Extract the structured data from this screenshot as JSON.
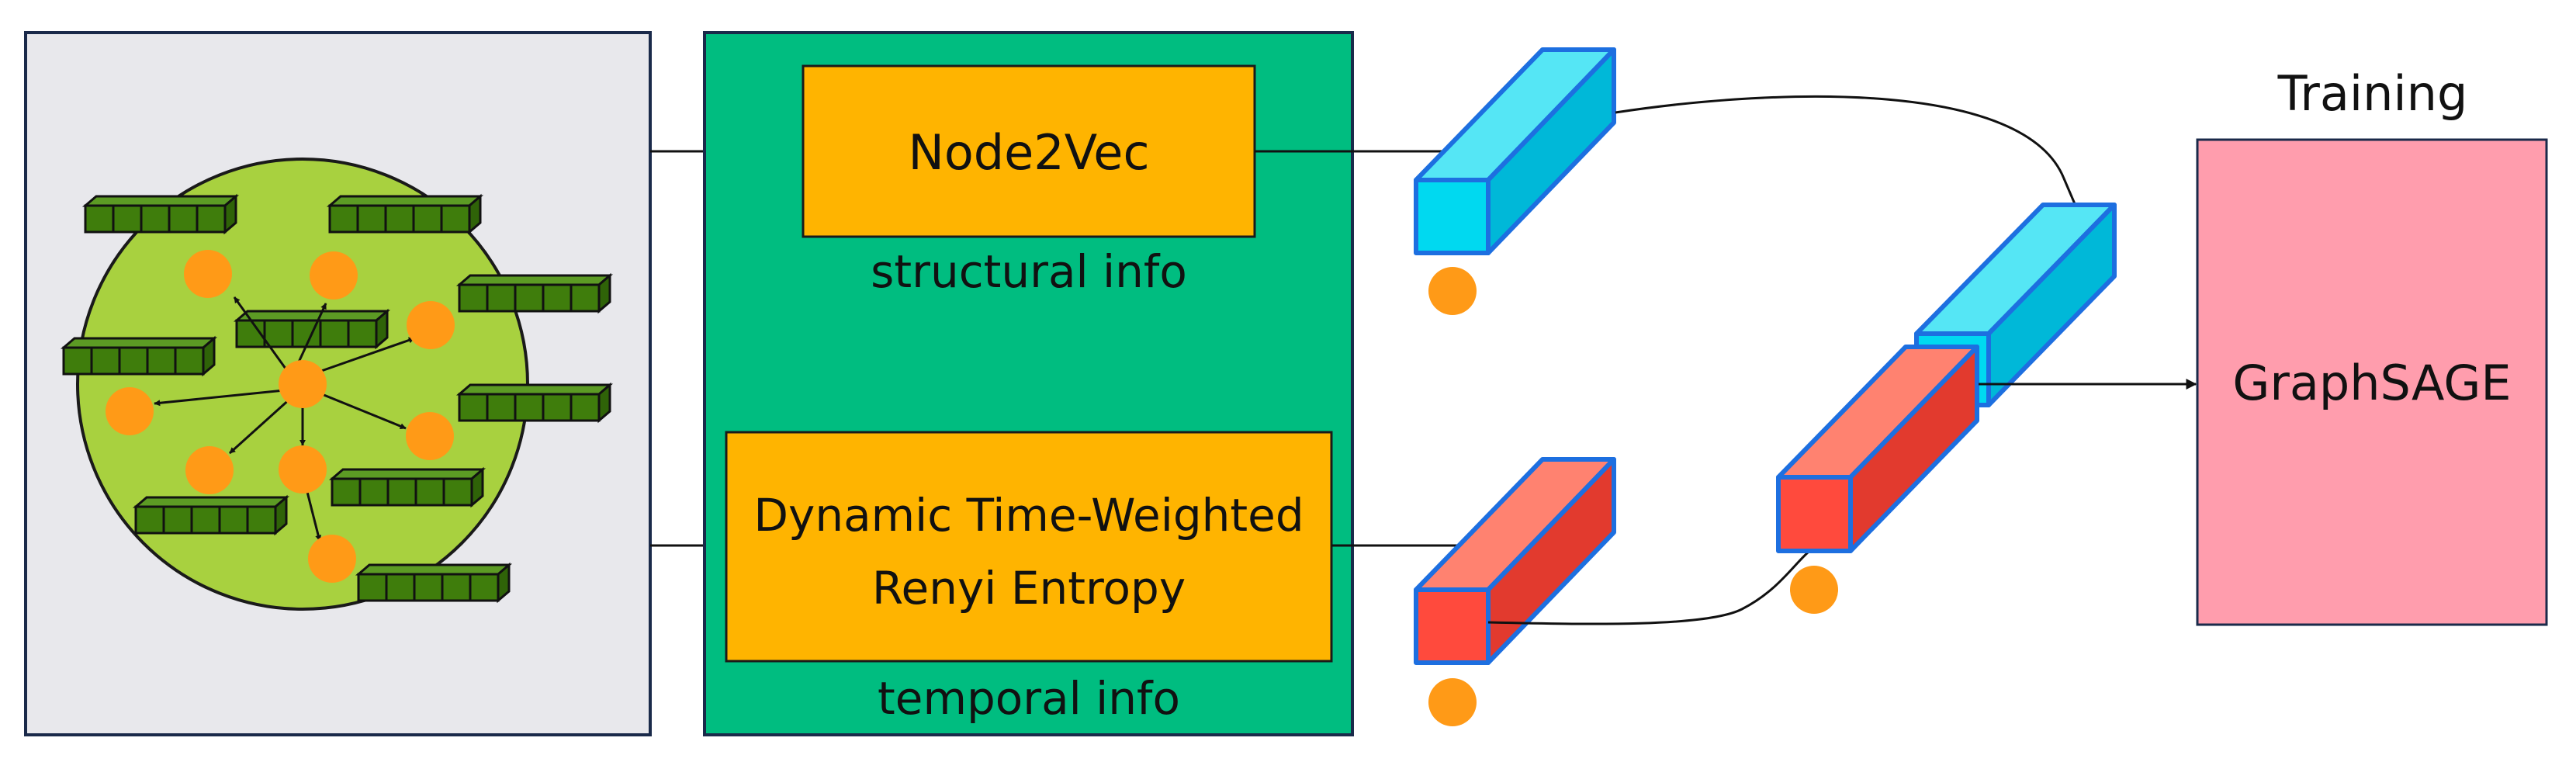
{
  "colors": {
    "graph_panel": "#e8e8ec",
    "graph_circle": "#a8d13f",
    "embed_panel": "#00bd80",
    "method_box": "#ffb400",
    "structural_vector": "#00d9f0",
    "temporal_vector": "#ff4a3d",
    "vector_edge": "#1d6fe0",
    "node": "#ff9a17",
    "feature_cell": "#3f7d0c",
    "model_box": "#ff9dad"
  },
  "labels": {
    "node2vec": "Node2Vec",
    "structural_info": "structural info",
    "dtwre_line1": "Dynamic Time-Weighted",
    "dtwre_line2": "Renyi Entropy",
    "temporal_info": "temporal info",
    "training": "Training",
    "graphsage": "GraphSAGE"
  },
  "icons": {
    "node": "orange-circle",
    "feature_vector": "green-cube-row",
    "embedding_vector": "3d-bar"
  }
}
